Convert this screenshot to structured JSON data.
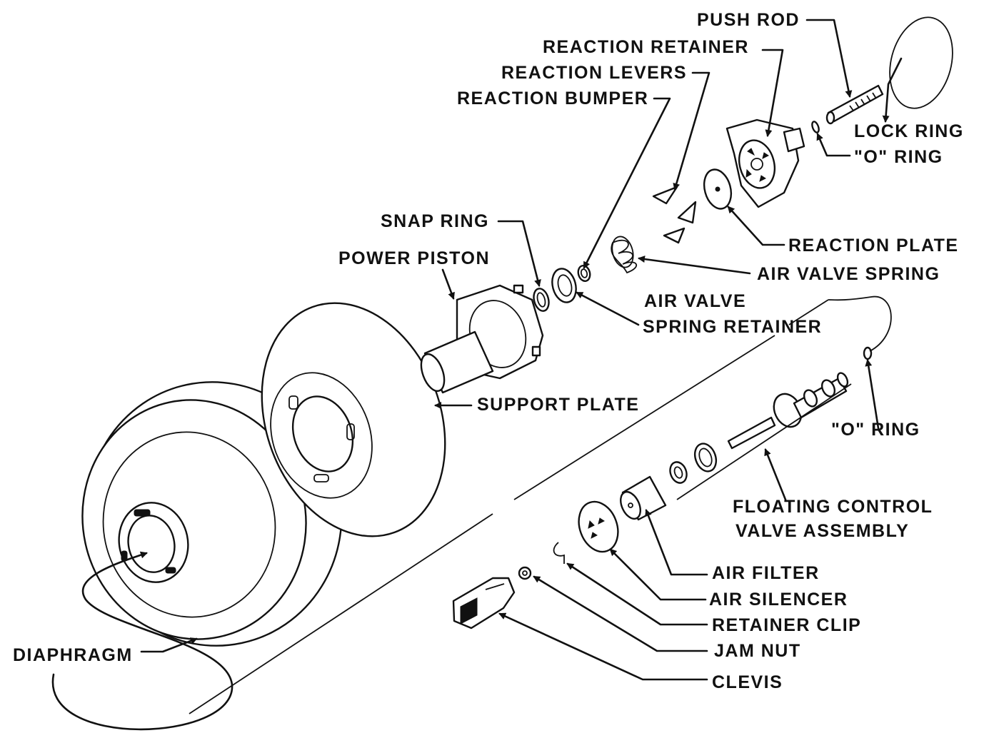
{
  "diagram": {
    "labels": {
      "push_rod": "PUSH ROD",
      "reaction_retainer": "REACTION RETAINER",
      "reaction_levers": "REACTION LEVERS",
      "reaction_bumper": "REACTION BUMPER",
      "lock_ring": "LOCK RING",
      "o_ring_top": "\"O\" RING",
      "snap_ring": "SNAP RING",
      "power_piston": "POWER PISTON",
      "reaction_plate": "REACTION PLATE",
      "air_valve_spring": "AIR VALVE SPRING",
      "air_valve_spring_retainer_line1": "AIR VALVE",
      "air_valve_spring_retainer_line2": "SPRING RETAINER",
      "support_plate": "SUPPORT PLATE",
      "o_ring_right": "\"O\" RING",
      "floating_control_valve_line1": "FLOATING CONTROL",
      "floating_control_valve_line2": "VALVE ASSEMBLY",
      "air_filter": "AIR FILTER",
      "air_silencer": "AIR SILENCER",
      "retainer_clip": "RETAINER CLIP",
      "jam_nut": "JAM NUT",
      "clevis": "CLEVIS",
      "diaphragm": "DIAPHRAGM"
    }
  }
}
